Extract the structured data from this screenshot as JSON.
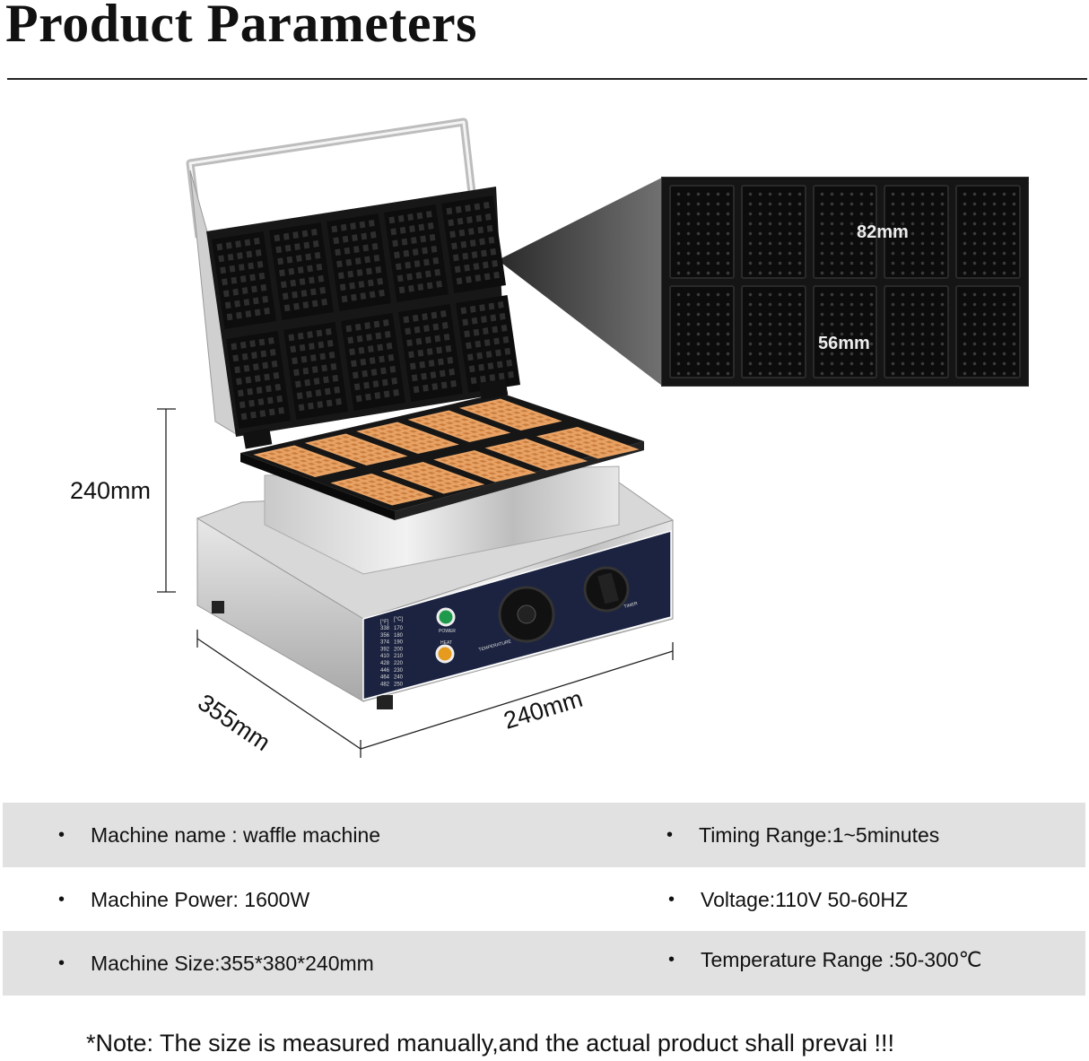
{
  "title": "Product Parameters",
  "dimensions": {
    "height": "240mm",
    "depth": "355mm",
    "width": "240mm"
  },
  "zoom_detail": {
    "waffle_height": "82mm",
    "waffle_width": "56mm"
  },
  "control_panel": {
    "temp_table_header_f": "[°F]",
    "temp_table_header_c": "[°C]",
    "temp_f": [
      "338",
      "356",
      "374",
      "392",
      "410",
      "428",
      "446",
      "464",
      "482"
    ],
    "temp_c": [
      "170",
      "180",
      "190",
      "200",
      "210",
      "220",
      "230",
      "240",
      "250"
    ],
    "power_label": "POWER",
    "heat_label": "HEAT",
    "temperature_label": "TEMPERATURE",
    "timer_label": "TIMER"
  },
  "specs": [
    {
      "left": "Machine name : waffle machine",
      "right": "Timing Range:1~5minutes"
    },
    {
      "left": "Machine Power: 1600W",
      "right": "Voltage:110V 50-60HZ"
    },
    {
      "left": "Machine Size:355*380*240mm",
      "right": "Temperature Range :50-300℃"
    }
  ],
  "bullet": "•",
  "note": "*Note: The size is measured manually,and the actual product shall prevai !!!",
  "colors": {
    "panel": "#1b2340",
    "waffle": "#e8a264",
    "iron": "#161616",
    "row_gray": "#e1e1e1"
  }
}
